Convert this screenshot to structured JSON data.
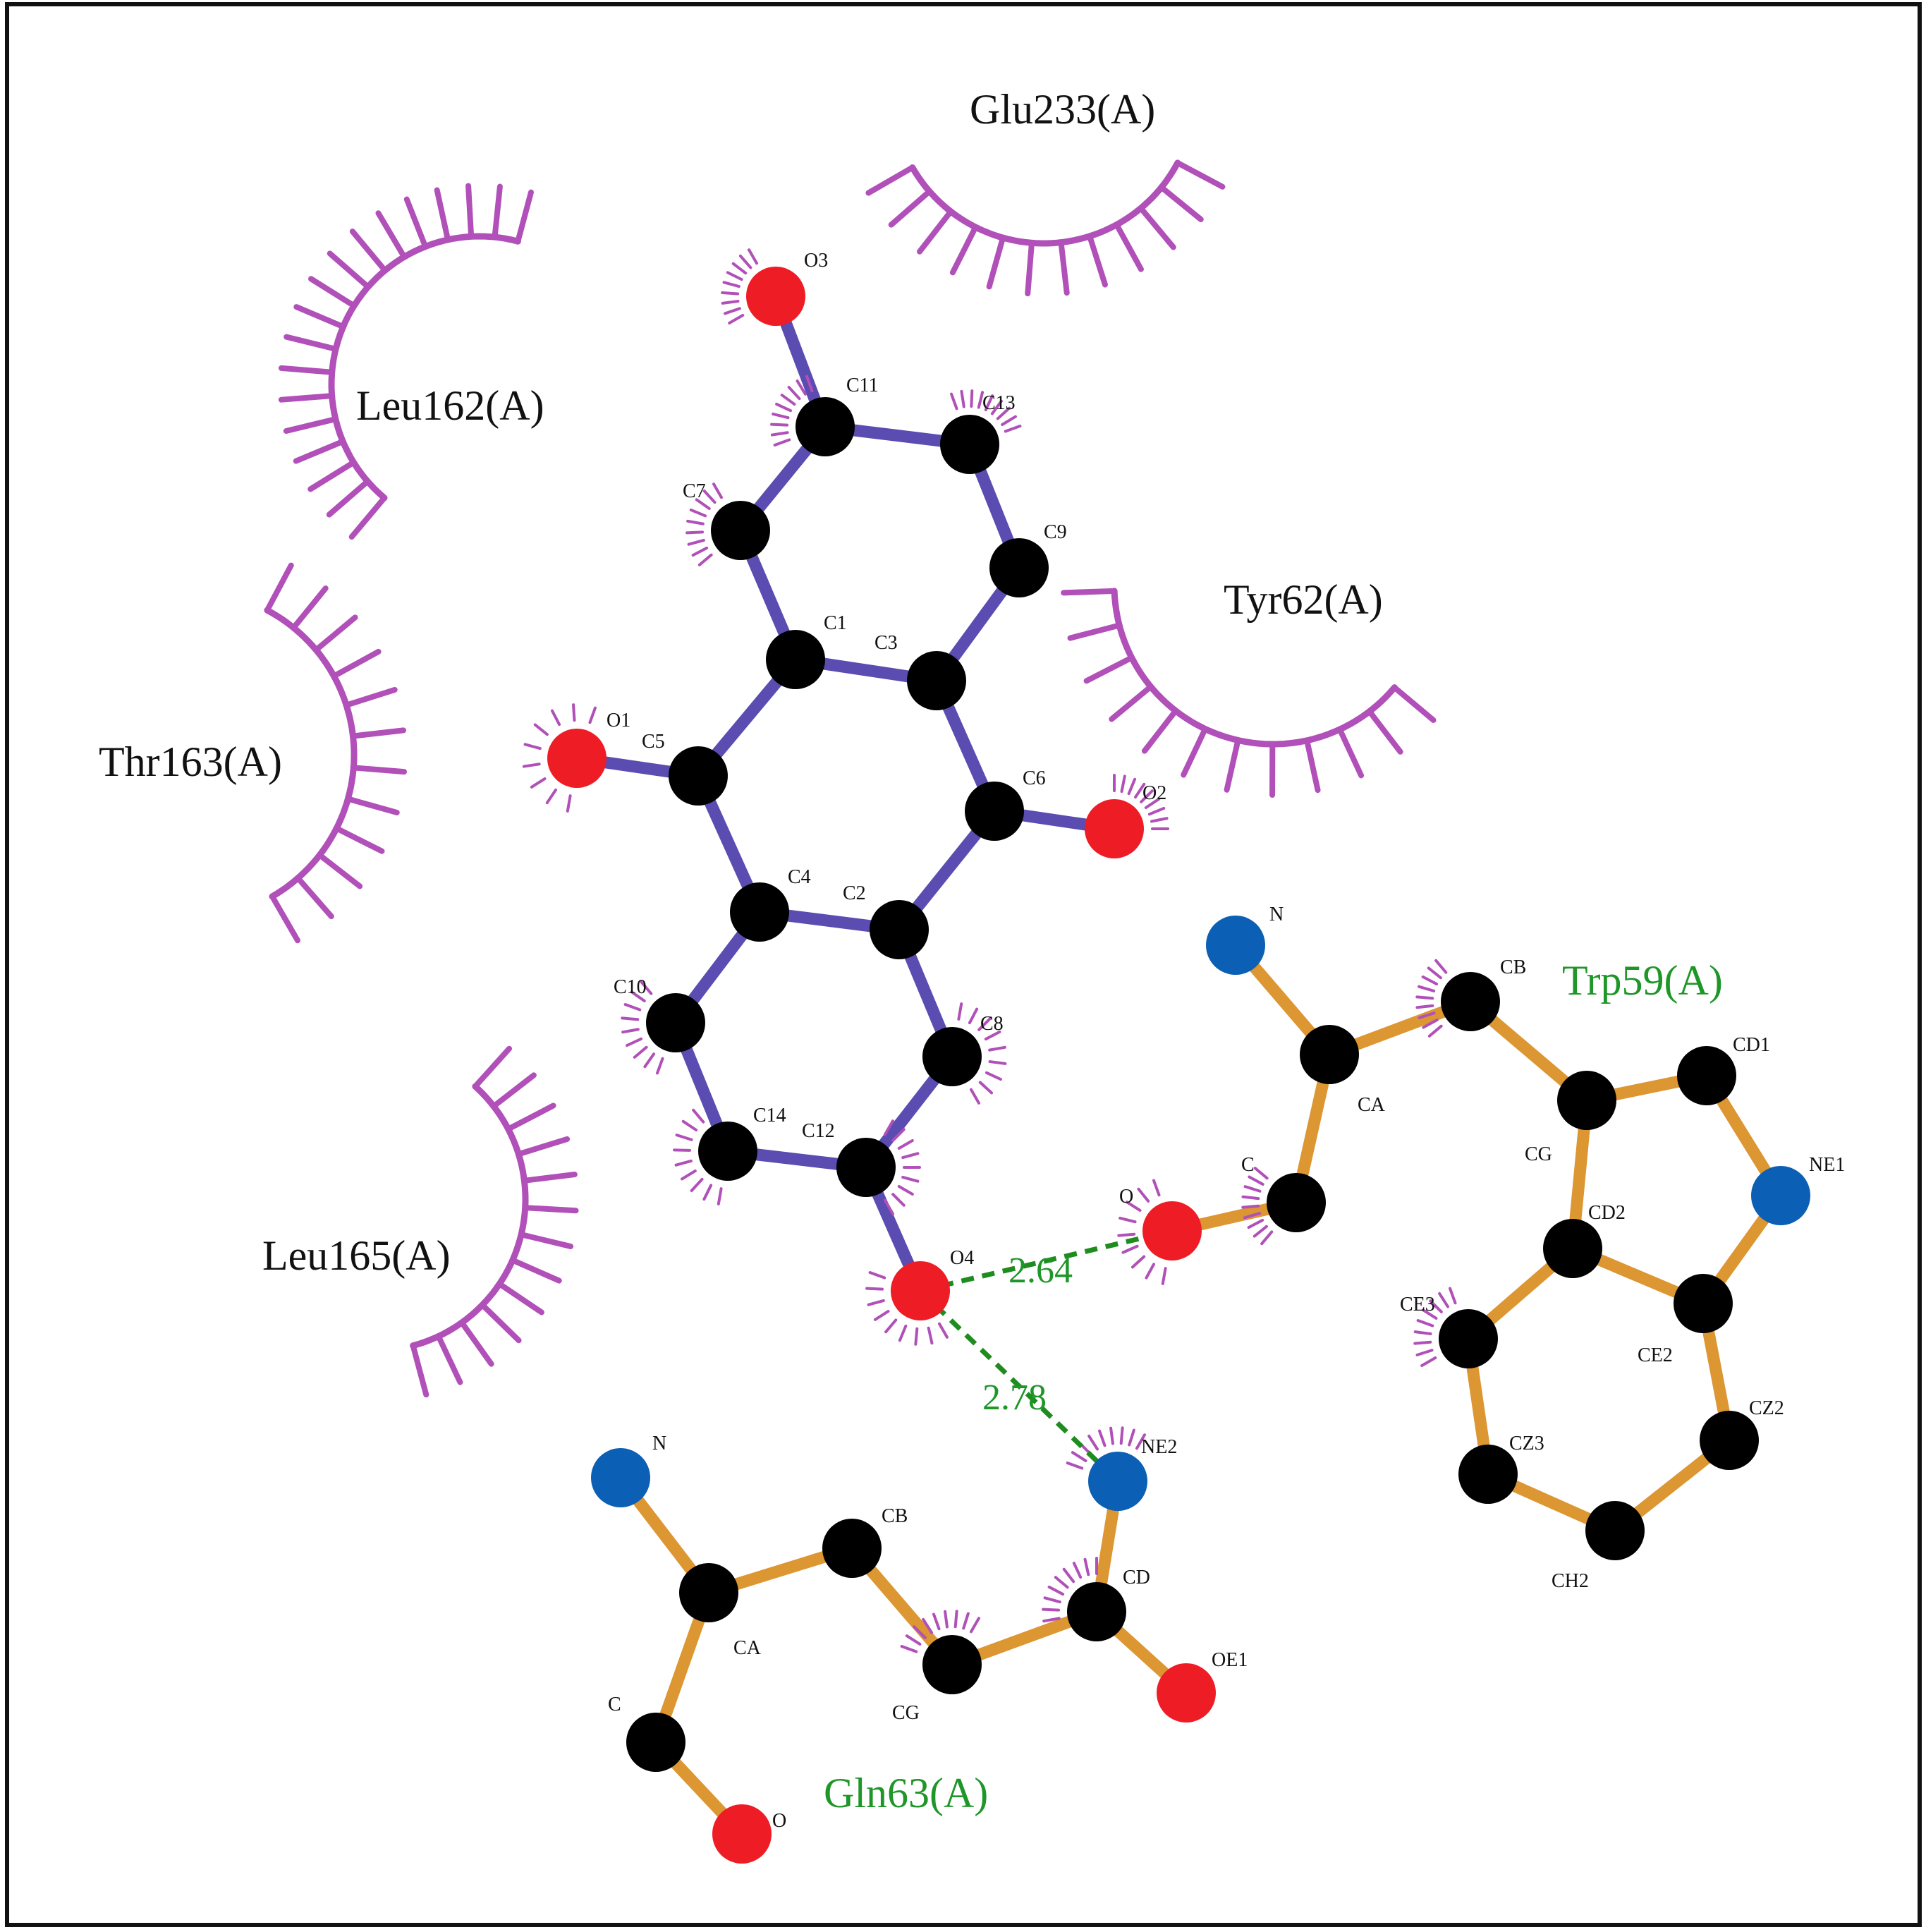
{
  "colors": {
    "ligand_bond": "#5a4cb0",
    "residue_bond": "#dc9632",
    "hydrophobic": "#b050b8",
    "hbond": "#1e8c1e",
    "hbond_label": "#1e9628",
    "carbon": "#000000",
    "oxygen": "#ee1c25",
    "nitrogen": "#0b5fb4",
    "frame": "#111111"
  },
  "hydrophobic_residues": [
    {
      "id": "glu233",
      "label": "Glu233(A)"
    },
    {
      "id": "leu162",
      "label": "Leu162(A)"
    },
    {
      "id": "tyr62",
      "label": "Tyr62(A)"
    },
    {
      "id": "thr163",
      "label": "Thr163(A)"
    },
    {
      "id": "leu165",
      "label": "Leu165(A)"
    }
  ],
  "hbond_residues": [
    {
      "id": "trp59",
      "label": "Trp59(A)"
    },
    {
      "id": "gln63",
      "label": "Gln63(A)"
    }
  ],
  "hbonds": [
    {
      "from": "O4",
      "to": "Trp59 O",
      "distance": "2.64"
    },
    {
      "from": "O4",
      "to": "Gln63 NE2",
      "distance": "2.78"
    }
  ],
  "ligand_atoms": [
    {
      "id": "O3",
      "label": "O3",
      "element": "O"
    },
    {
      "id": "C11",
      "label": "C11",
      "element": "C"
    },
    {
      "id": "C13",
      "label": "C13",
      "element": "C"
    },
    {
      "id": "C7",
      "label": "C7",
      "element": "C"
    },
    {
      "id": "C9",
      "label": "C9",
      "element": "C"
    },
    {
      "id": "C1",
      "label": "C1",
      "element": "C"
    },
    {
      "id": "C3",
      "label": "C3",
      "element": "C"
    },
    {
      "id": "O1",
      "label": "O1",
      "element": "O"
    },
    {
      "id": "C5",
      "label": "C5",
      "element": "C"
    },
    {
      "id": "C6",
      "label": "C6",
      "element": "C"
    },
    {
      "id": "O2",
      "label": "O2",
      "element": "O"
    },
    {
      "id": "C4",
      "label": "C4",
      "element": "C"
    },
    {
      "id": "C2",
      "label": "C2",
      "element": "C"
    },
    {
      "id": "C10",
      "label": "C10",
      "element": "C"
    },
    {
      "id": "C8",
      "label": "C8",
      "element": "C"
    },
    {
      "id": "C14",
      "label": "C14",
      "element": "C"
    },
    {
      "id": "C12",
      "label": "C12",
      "element": "C"
    },
    {
      "id": "O4",
      "label": "O4",
      "element": "O"
    }
  ],
  "trp59_atoms": [
    {
      "id": "N",
      "label": "N",
      "element": "N"
    },
    {
      "id": "CA",
      "label": "CA",
      "element": "C"
    },
    {
      "id": "C",
      "label": "C",
      "element": "C"
    },
    {
      "id": "O",
      "label": "O",
      "element": "O"
    },
    {
      "id": "CB",
      "label": "CB",
      "element": "C"
    },
    {
      "id": "CG",
      "label": "CG",
      "element": "C"
    },
    {
      "id": "CD1",
      "label": "CD1",
      "element": "C"
    },
    {
      "id": "NE1",
      "label": "NE1",
      "element": "N"
    },
    {
      "id": "CD2",
      "label": "CD2",
      "element": "C"
    },
    {
      "id": "CE2",
      "label": "CE2",
      "element": "C"
    },
    {
      "id": "CE3",
      "label": "CE3",
      "element": "C"
    },
    {
      "id": "CZ3",
      "label": "CZ3",
      "element": "C"
    },
    {
      "id": "CZ2",
      "label": "CZ2",
      "element": "C"
    },
    {
      "id": "CH2",
      "label": "CH2",
      "element": "C"
    }
  ],
  "gln63_atoms": [
    {
      "id": "N",
      "label": "N",
      "element": "N"
    },
    {
      "id": "CA",
      "label": "CA",
      "element": "C"
    },
    {
      "id": "CB",
      "label": "CB",
      "element": "C"
    },
    {
      "id": "CG",
      "label": "CG",
      "element": "C"
    },
    {
      "id": "CD",
      "label": "CD",
      "element": "C"
    },
    {
      "id": "NE2",
      "label": "NE2",
      "element": "N"
    },
    {
      "id": "OE1",
      "label": "OE1",
      "element": "O"
    },
    {
      "id": "C",
      "label": "C",
      "element": "C"
    },
    {
      "id": "O",
      "label": "O",
      "element": "O"
    }
  ]
}
